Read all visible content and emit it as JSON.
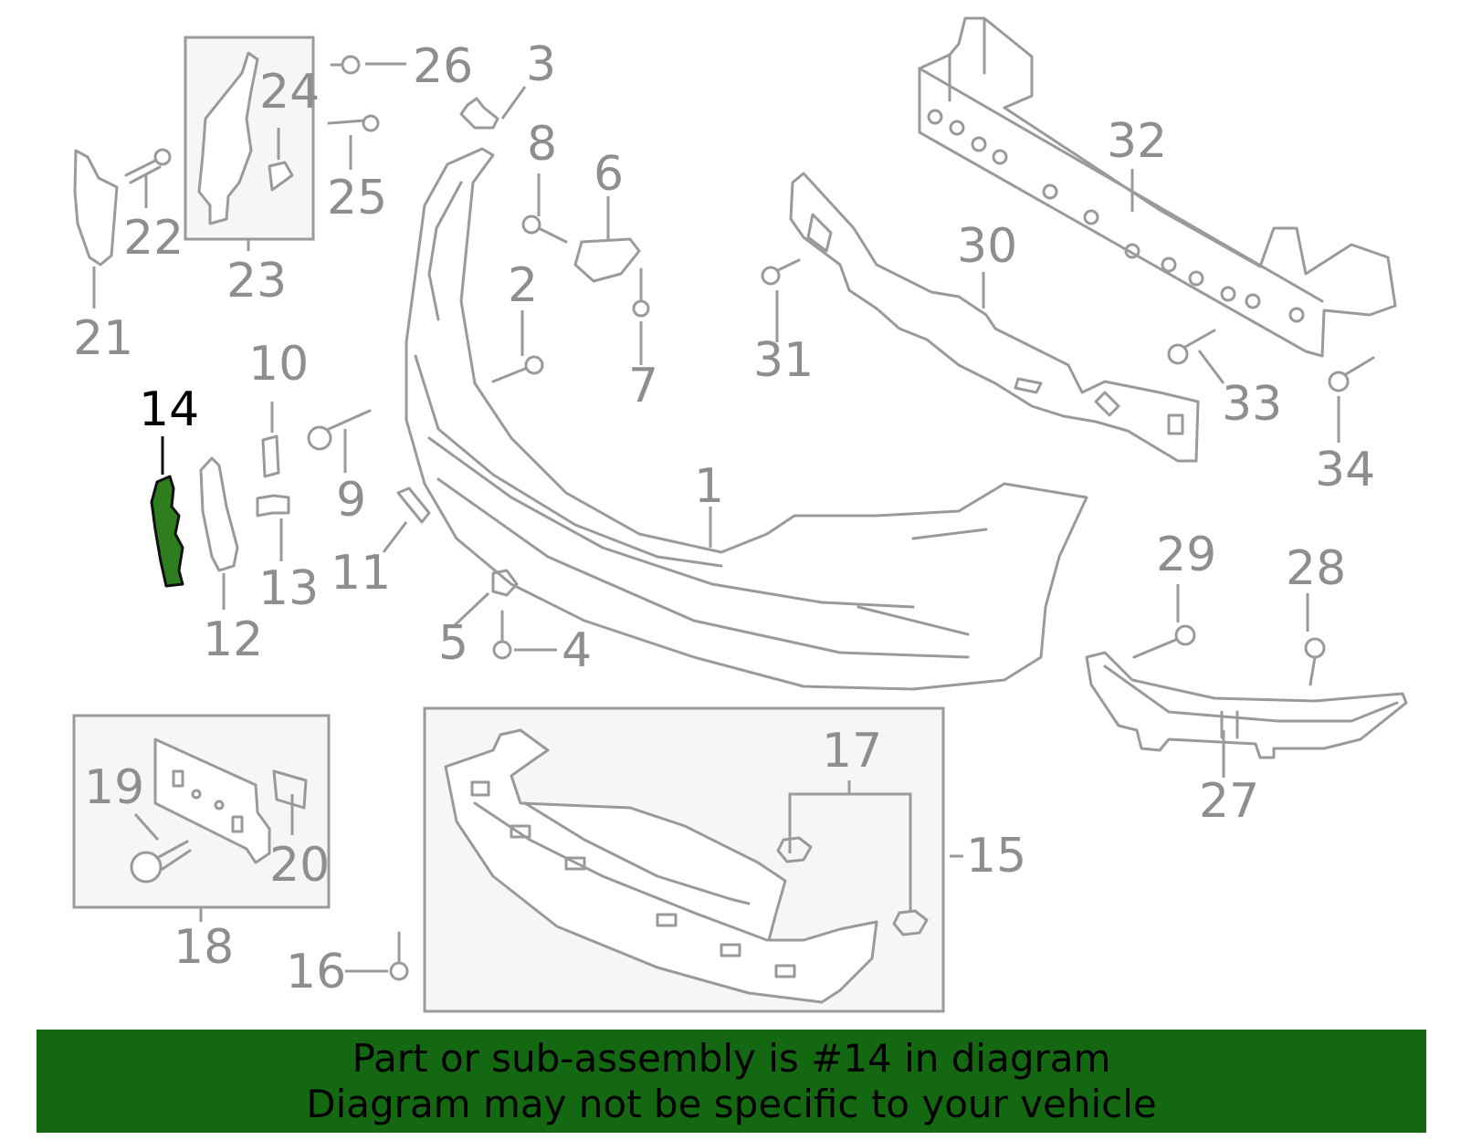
{
  "highlight": {
    "number": "14",
    "color": "#2e7d1f"
  },
  "callouts": {
    "n1": "1",
    "n2": "2",
    "n3": "3",
    "n4": "4",
    "n5": "5",
    "n6": "6",
    "n7": "7",
    "n8": "8",
    "n9": "9",
    "n10": "10",
    "n11": "11",
    "n12": "12",
    "n13": "13",
    "n14": "14",
    "n15": "15",
    "n16": "16",
    "n17": "17",
    "n18": "18",
    "n19": "19",
    "n20": "20",
    "n21": "21",
    "n22": "22",
    "n23": "23",
    "n24": "24",
    "n25": "25",
    "n26": "26",
    "n27": "27",
    "n28": "28",
    "n29": "29",
    "n30": "30",
    "n31": "31",
    "n32": "32",
    "n33": "33",
    "n34": "34"
  },
  "banner": {
    "line1": "Part or sub-assembly is #14 in diagram",
    "line2": "Diagram may not be specific to your vehicle",
    "background": "#146812"
  }
}
